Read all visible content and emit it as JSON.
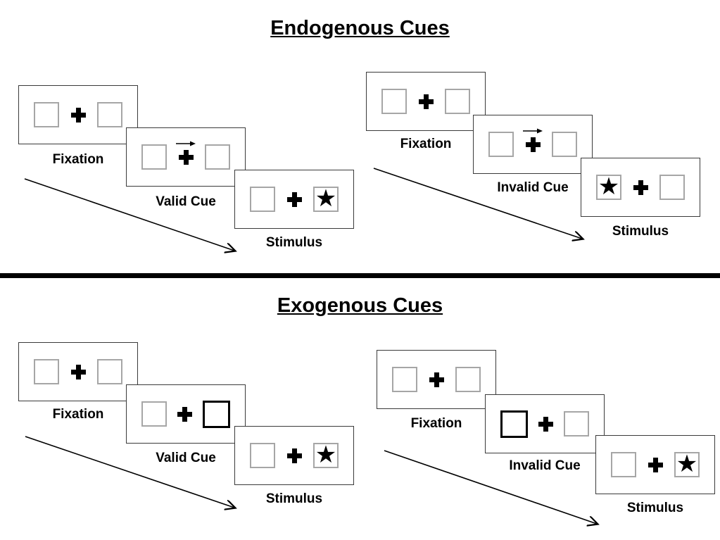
{
  "glyphs": {
    "star": "★"
  },
  "colors": {
    "background": "#ffffff",
    "ink": "#000000",
    "panel_border": "#3a3a3a",
    "box_border": "#a6a6a6"
  },
  "sections": [
    {
      "title": "Endogenous Cues",
      "sequences": [
        {
          "condition": "valid",
          "panels": [
            {
              "label": "Fixation",
              "cue": "none",
              "star": "none"
            },
            {
              "label": "Valid Cue",
              "cue": "arrow-right-above-cross",
              "star": "none"
            },
            {
              "label": "Stimulus",
              "cue": "none",
              "star": "right"
            }
          ]
        },
        {
          "condition": "invalid",
          "panels": [
            {
              "label": "Fixation",
              "cue": "none",
              "star": "none"
            },
            {
              "label": "Invalid Cue",
              "cue": "arrow-right-above-cross",
              "star": "none"
            },
            {
              "label": "Stimulus",
              "cue": "none",
              "star": "left"
            }
          ]
        }
      ]
    },
    {
      "title": "Exogenous Cues",
      "sequences": [
        {
          "condition": "valid",
          "panels": [
            {
              "label": "Fixation",
              "cue": "none",
              "star": "none"
            },
            {
              "label": "Valid Cue",
              "cue": "thick-box-right",
              "star": "none"
            },
            {
              "label": "Stimulus",
              "cue": "none",
              "star": "right"
            }
          ]
        },
        {
          "condition": "invalid",
          "panels": [
            {
              "label": "Fixation",
              "cue": "none",
              "star": "none"
            },
            {
              "label": "Invalid Cue",
              "cue": "thick-box-left",
              "star": "none"
            },
            {
              "label": "Stimulus",
              "cue": "none",
              "star": "right"
            }
          ]
        }
      ]
    }
  ]
}
